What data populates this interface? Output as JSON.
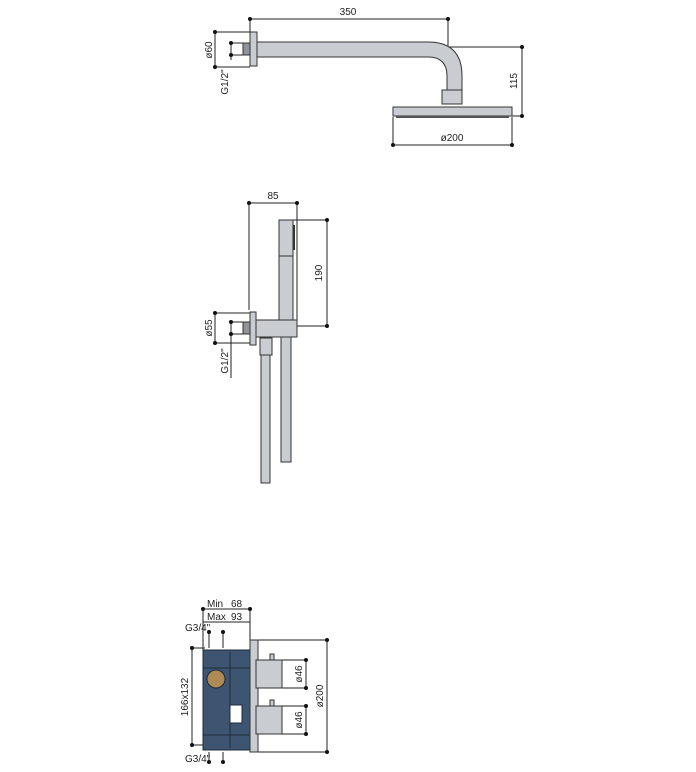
{
  "shower_arm": {
    "length_label": "350",
    "flange_label": "ø60",
    "thread_label": "G1/2\"",
    "drop_label": "115",
    "head_label": "ø200"
  },
  "hand_shower": {
    "width_label": "85",
    "height_label": "190",
    "flange_label": "ø55",
    "thread_label": "G1/2\""
  },
  "valve": {
    "min_label": "Min",
    "min_value": "68",
    "max_label": "Max",
    "max_value": "93",
    "thread_top_label": "G3/4\"",
    "thread_bottom_label": "G3/4\"",
    "box_label": "166x132",
    "handle1_label": "ø46",
    "handle2_label": "ø46",
    "plate_label": "ø200"
  },
  "colors": {
    "box": "#3d5570",
    "metal": "#c9cdd2"
  }
}
